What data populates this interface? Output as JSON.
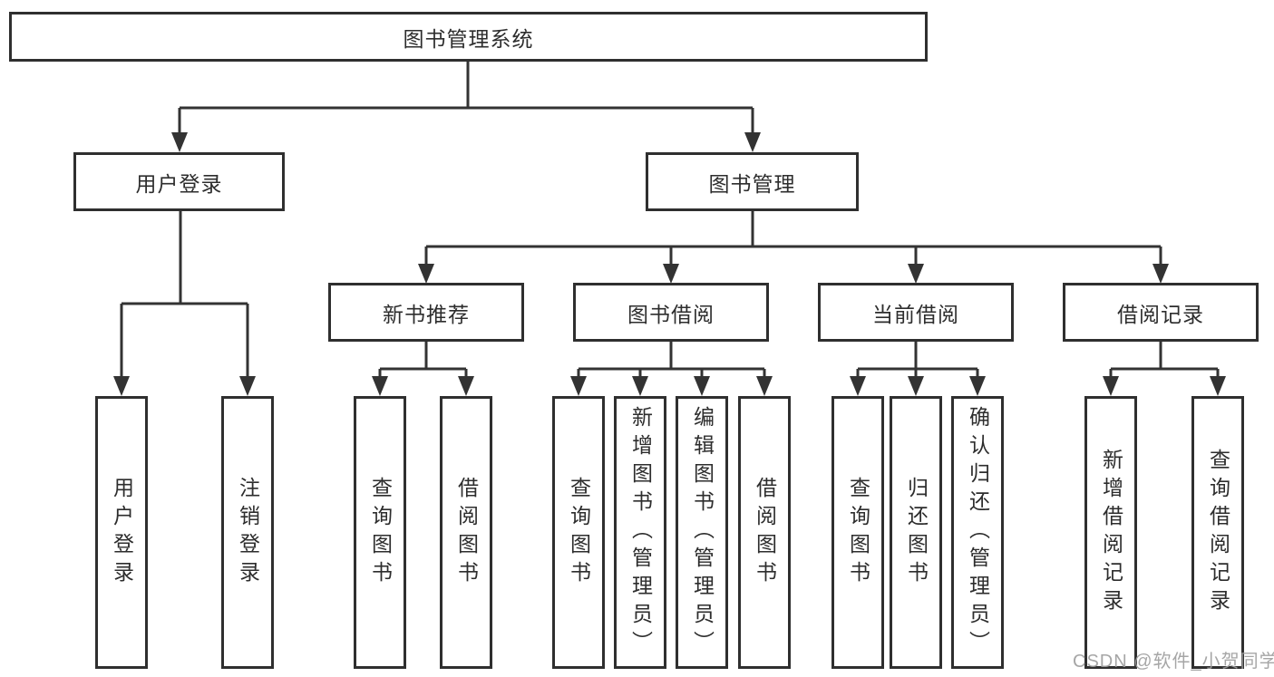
{
  "root": {
    "label": "图书管理系统"
  },
  "level2": {
    "user_login": {
      "label": "用户登录"
    },
    "book_mgmt": {
      "label": "图书管理"
    }
  },
  "level3": {
    "new_books": {
      "label": "新书推荐"
    },
    "book_borrow": {
      "label": "图书借阅"
    },
    "current_borrow": {
      "label": "当前借阅"
    },
    "borrow_records": {
      "label": "借阅记录"
    }
  },
  "leaves": {
    "user_login": {
      "label": "用户登录"
    },
    "logout": {
      "label": "注销登录"
    },
    "nb_query": {
      "label": "查询图书"
    },
    "nb_borrow": {
      "label": "借阅图书"
    },
    "bb_query": {
      "label": "查询图书"
    },
    "bb_add": {
      "label": "新增图书（管理员）"
    },
    "bb_edit": {
      "label": "编辑图书（管理员）"
    },
    "bb_borrow": {
      "label": "借阅图书"
    },
    "cb_query": {
      "label": "查询图书"
    },
    "cb_return": {
      "label": "归还图书"
    },
    "cb_confirm": {
      "label": "确认归还（管理员）"
    },
    "br_add": {
      "label": "新增借阅记录"
    },
    "br_query": {
      "label": "查询借阅记录"
    }
  },
  "watermark": {
    "text": "CSDN @软件_小贺同学"
  },
  "colors": {
    "line": "#333333",
    "box_border": "#2f2f2f",
    "box_fill": "#ffffff",
    "text": "#2d2d2d",
    "watermark": "#9e9e9e"
  }
}
